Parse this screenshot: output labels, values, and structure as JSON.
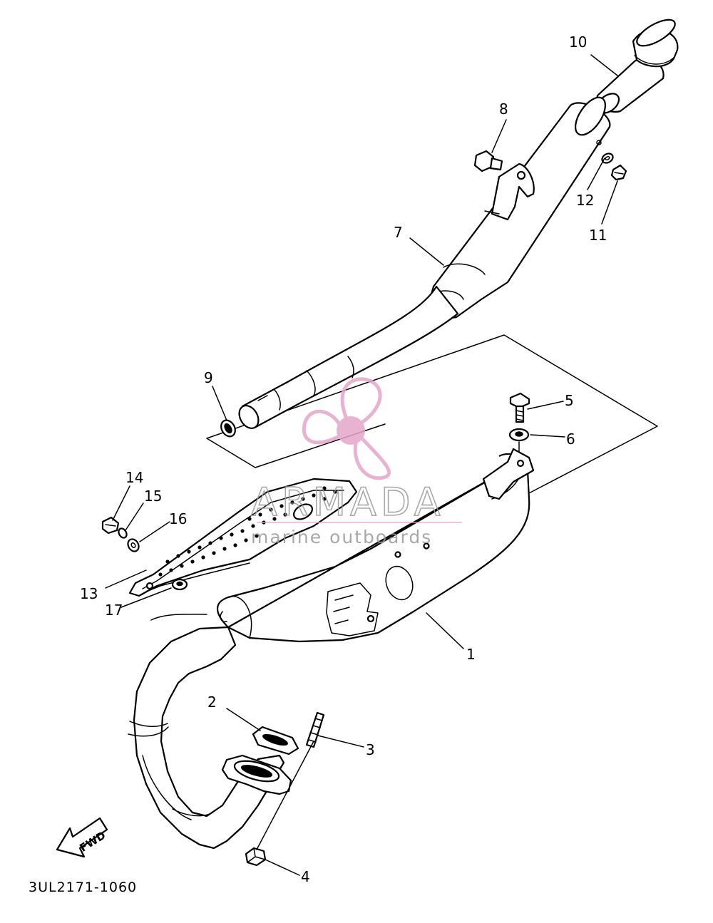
{
  "diagram_code": "3UL2171-1060",
  "fwd_label": "FWD",
  "watermark": {
    "brand": "ARMADA",
    "tagline": "marine outboards",
    "logo_color": "#e3a6c8",
    "text_color": "#9a9a9a"
  },
  "callouts": {
    "c1": "1",
    "c2": "2",
    "c3": "3",
    "c4": "4",
    "c5": "5",
    "c6": "6",
    "c7": "7",
    "c8": "8",
    "c9": "9",
    "c10": "10",
    "c11": "11",
    "c12": "12",
    "c13": "13",
    "c14": "14",
    "c15": "15",
    "c16": "16",
    "c17": "17"
  }
}
